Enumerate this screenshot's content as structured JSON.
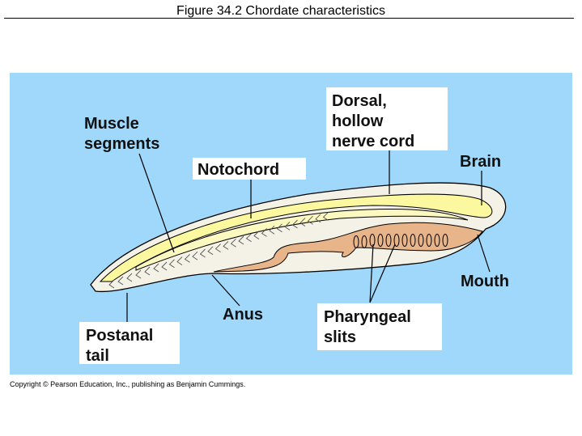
{
  "figure": {
    "title": "Figure 34.2  Chordate characteristics",
    "copyright": "Copyright © Pearson Education, Inc., publishing as Benjamin Cummings."
  },
  "labels": {
    "muscle_segments": [
      "Muscle",
      "segments"
    ],
    "notochord": "Notochord",
    "nerve_cord": [
      "Dorsal,",
      "hollow",
      "nerve cord"
    ],
    "brain": "Brain",
    "mouth": "Mouth",
    "anus": "Anus",
    "pharyngeal_slits": [
      "Pharyngeal",
      "slits"
    ],
    "postanal_tail": [
      "Postanal",
      "tail"
    ]
  },
  "colors": {
    "background": "#9fd8fb",
    "body": "#f4f1e6",
    "nerve_cord": "#fbf8a0",
    "notochord": "#fbf9c0",
    "pharynx": "#e8b58a"
  }
}
